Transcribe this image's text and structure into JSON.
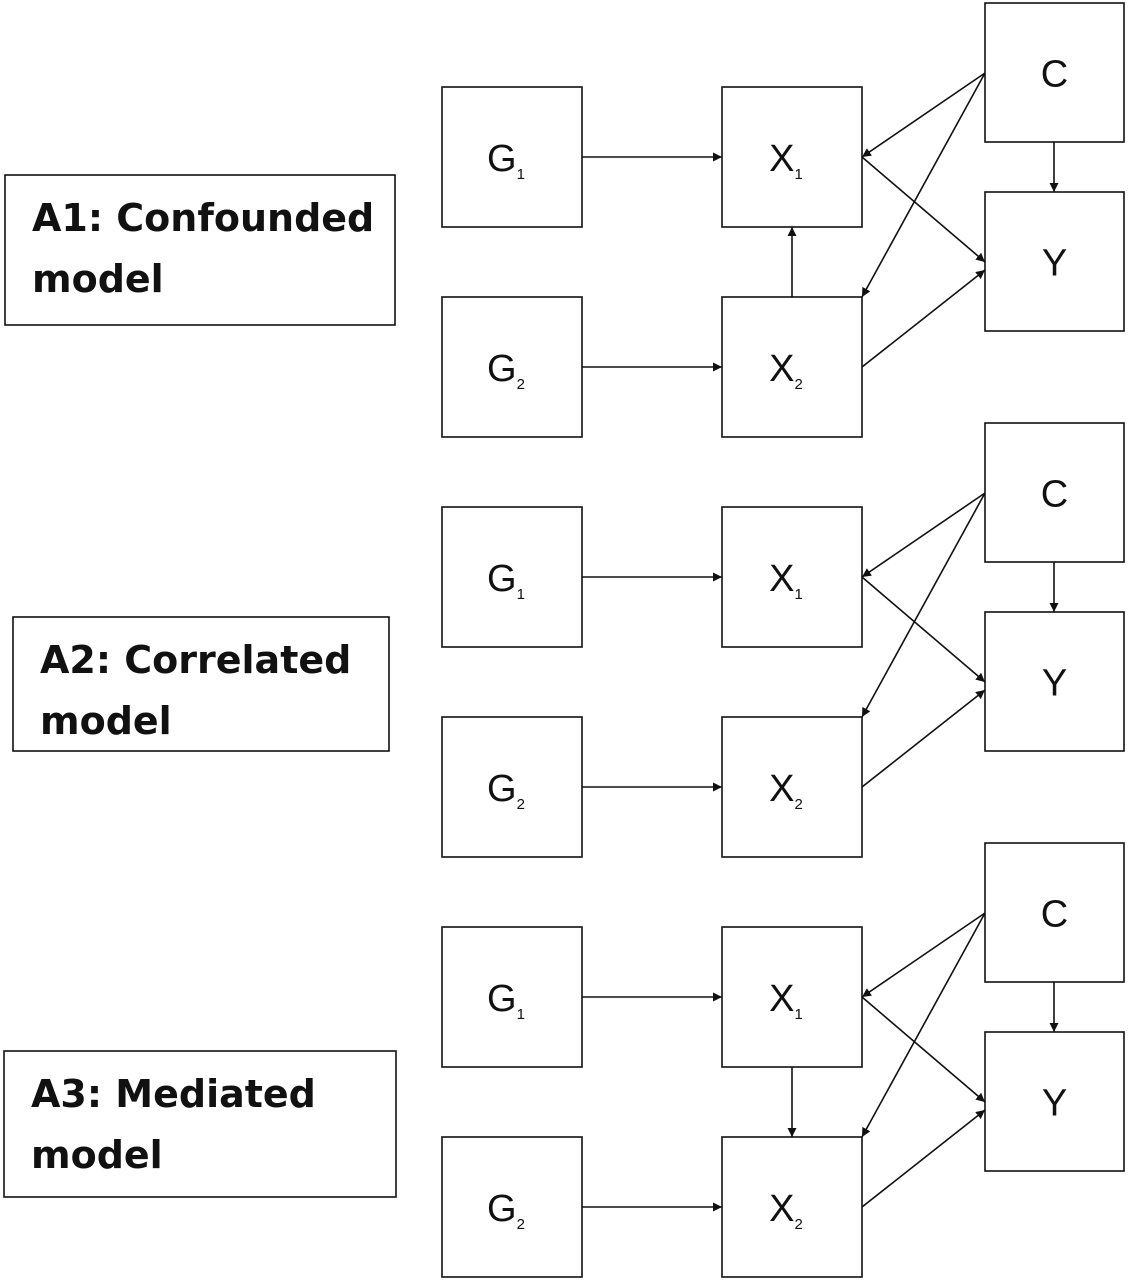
{
  "panels": [
    {
      "id": "a1",
      "title_line1": "A1: Confounded",
      "title_line2": "model",
      "nodes": {
        "G1": {
          "main": "G",
          "sub": "1"
        },
        "G2": {
          "main": "G",
          "sub": "2"
        },
        "X1": {
          "main": "X",
          "sub": "1"
        },
        "X2": {
          "main": "X",
          "sub": "2"
        },
        "C": {
          "main": "C",
          "sub": ""
        },
        "Y": {
          "main": "Y",
          "sub": ""
        }
      },
      "edges": [
        [
          "G1",
          "X1"
        ],
        [
          "G2",
          "X2"
        ],
        [
          "X2",
          "X1"
        ],
        [
          "C",
          "X1"
        ],
        [
          "C",
          "X2"
        ],
        [
          "C",
          "Y"
        ],
        [
          "X1",
          "Y"
        ],
        [
          "X2",
          "Y"
        ]
      ]
    },
    {
      "id": "a2",
      "title_line1": "A2: Correlated",
      "title_line2": "model",
      "nodes": {
        "G1": {
          "main": "G",
          "sub": "1"
        },
        "G2": {
          "main": "G",
          "sub": "2"
        },
        "X1": {
          "main": "X",
          "sub": "1"
        },
        "X2": {
          "main": "X",
          "sub": "2"
        },
        "C": {
          "main": "C",
          "sub": ""
        },
        "Y": {
          "main": "Y",
          "sub": ""
        }
      },
      "edges": [
        [
          "G1",
          "X1"
        ],
        [
          "G2",
          "X2"
        ],
        [
          "C",
          "X1"
        ],
        [
          "C",
          "X2"
        ],
        [
          "C",
          "Y"
        ],
        [
          "X1",
          "Y"
        ],
        [
          "X2",
          "Y"
        ]
      ]
    },
    {
      "id": "a3",
      "title_line1": "A3: Mediated",
      "title_line2": "model",
      "nodes": {
        "G1": {
          "main": "G",
          "sub": "1"
        },
        "G2": {
          "main": "G",
          "sub": "2"
        },
        "X1": {
          "main": "X",
          "sub": "1"
        },
        "X2": {
          "main": "X",
          "sub": "2"
        },
        "C": {
          "main": "C",
          "sub": ""
        },
        "Y": {
          "main": "Y",
          "sub": ""
        }
      },
      "edges": [
        [
          "G1",
          "X1"
        ],
        [
          "G2",
          "X2"
        ],
        [
          "X1",
          "X2"
        ],
        [
          "C",
          "X1"
        ],
        [
          "C",
          "X2"
        ],
        [
          "C",
          "Y"
        ],
        [
          "X1",
          "Y"
        ],
        [
          "X2",
          "Y"
        ]
      ]
    }
  ]
}
